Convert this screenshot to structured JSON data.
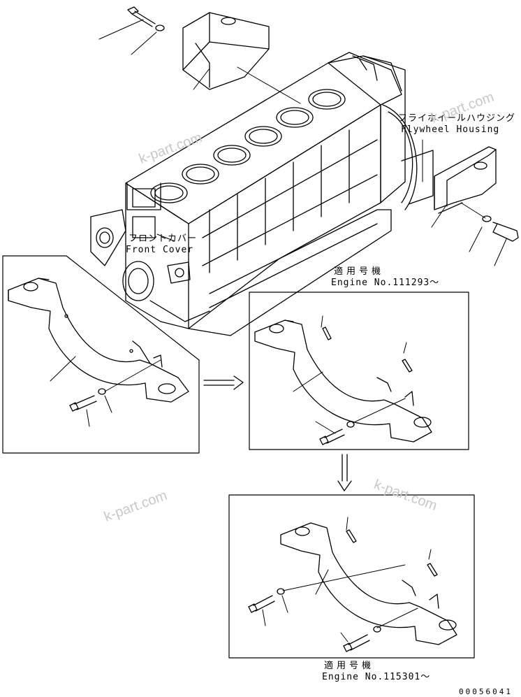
{
  "labels": {
    "flywheel_housing_jp": "フライホイールハウジング",
    "flywheel_housing_en": "Flywheel Housing",
    "front_cover_jp": "フロントカバー",
    "front_cover_en": "Front Cover",
    "serial1_jp": "適用号機",
    "serial1_en": "Engine No.111293～",
    "serial2_jp": "適用号機",
    "serial2_en": "Engine No.115301～",
    "drawing_number": "00056041"
  },
  "watermarks": [
    "k-part.com",
    "k-part.com",
    "k-part.com",
    "k-part.com"
  ]
}
